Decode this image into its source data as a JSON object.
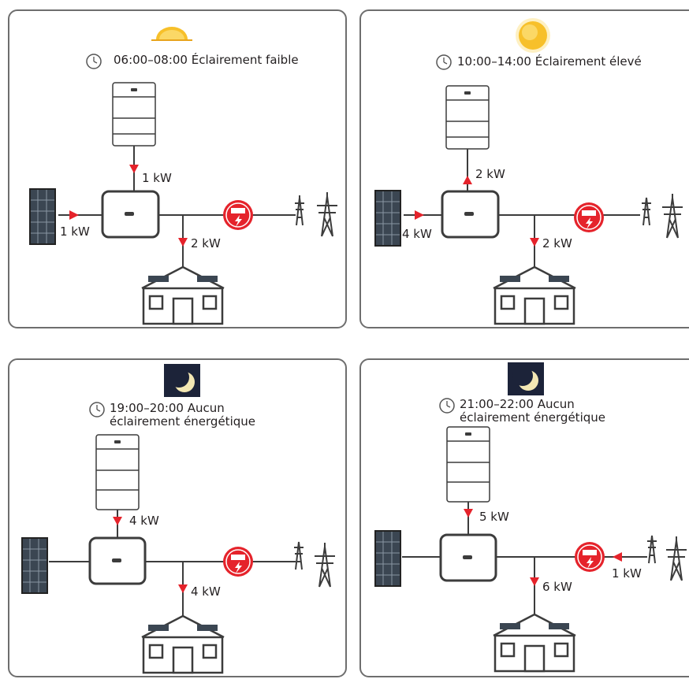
{
  "colors": {
    "arrow": "#e5232b",
    "meter": "#e5232b",
    "line": "#3c3c3c",
    "border": "#6e6e6e",
    "sun": "#f7c02a",
    "night": "#1c2339"
  },
  "panels": [
    {
      "icon": "sun-rising-icon",
      "time_line1": "06:00–08:00 Éclairement faible",
      "time_line2": "",
      "battery_flow": "1 kW",
      "pv_flow": "1 kW",
      "load_flow": "2 kW",
      "grid_flow": ""
    },
    {
      "icon": "sun-icon",
      "time_line1": "10:00–14:00 Éclairement élevé",
      "time_line2": "",
      "battery_flow": "2 kW",
      "pv_flow": "4 kW",
      "load_flow": "2 kW",
      "grid_flow": ""
    },
    {
      "icon": "moon-icon",
      "time_line1": "19:00–20:00 Aucun",
      "time_line2": "éclairement énergétique",
      "battery_flow": "4 kW",
      "pv_flow": "",
      "load_flow": "4 kW",
      "grid_flow": ""
    },
    {
      "icon": "moon-icon",
      "time_line1": "21:00–22:00 Aucun",
      "time_line2": "éclairement énergétique",
      "battery_flow": "5 kW",
      "pv_flow": "",
      "load_flow": "6 kW",
      "grid_flow": "1 kW"
    }
  ]
}
